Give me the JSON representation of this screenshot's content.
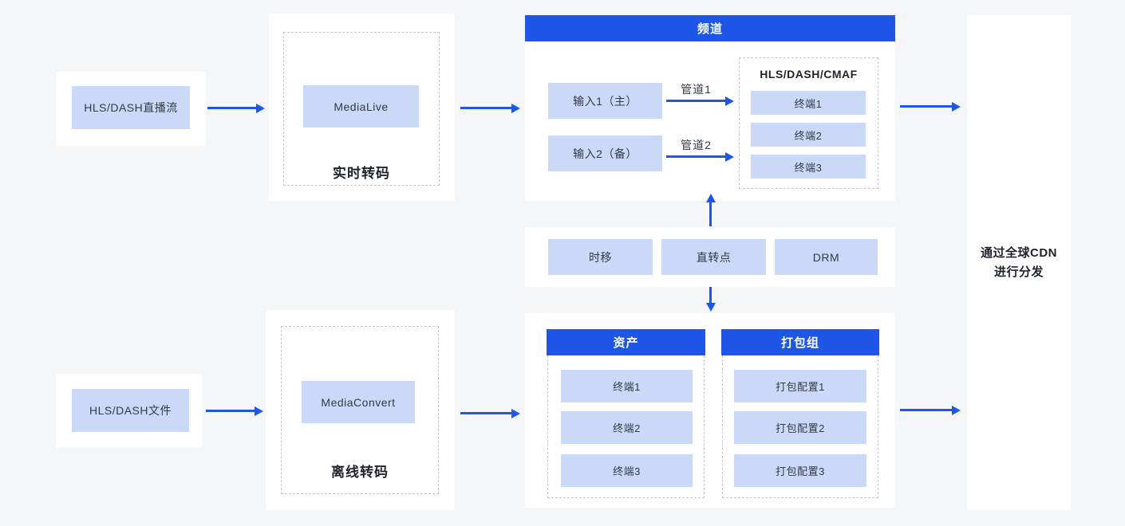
{
  "colors": {
    "accent_blue": "#1e57e8",
    "chip_blue": "#cad9f7",
    "panel_white": "#ffffff",
    "page_background": "#f5f6f8"
  },
  "nodes": {
    "live_source": {
      "label": "HLS/DASH直播流"
    },
    "file_source": {
      "label": "HLS/DASH文件"
    },
    "medialive": {
      "service": "MediaLive",
      "caption": "实时转码"
    },
    "mediaconvert": {
      "service": "MediaConvert",
      "caption": "离线转码"
    },
    "channel": {
      "title": "频道",
      "inputs": [
        {
          "label": "输入1（主）"
        },
        {
          "label": "输入2（备）"
        }
      ],
      "pipelines": [
        {
          "label": "管道1"
        },
        {
          "label": "管道2"
        }
      ],
      "endpoints": {
        "title": "HLS/DASH/CMAF",
        "items": [
          "终端1",
          "终端2",
          "终端3"
        ]
      }
    },
    "features": {
      "items": [
        "时移",
        "直转点",
        "DRM"
      ]
    },
    "assets": {
      "title": "资产",
      "items": [
        "终端1",
        "终端2",
        "终端3"
      ]
    },
    "packaging": {
      "title": "打包组",
      "items": [
        "打包配置1",
        "打包配置2",
        "打包配置3"
      ]
    },
    "cdn": {
      "line1": "通过全球CDN",
      "line2": "进行分发"
    }
  }
}
